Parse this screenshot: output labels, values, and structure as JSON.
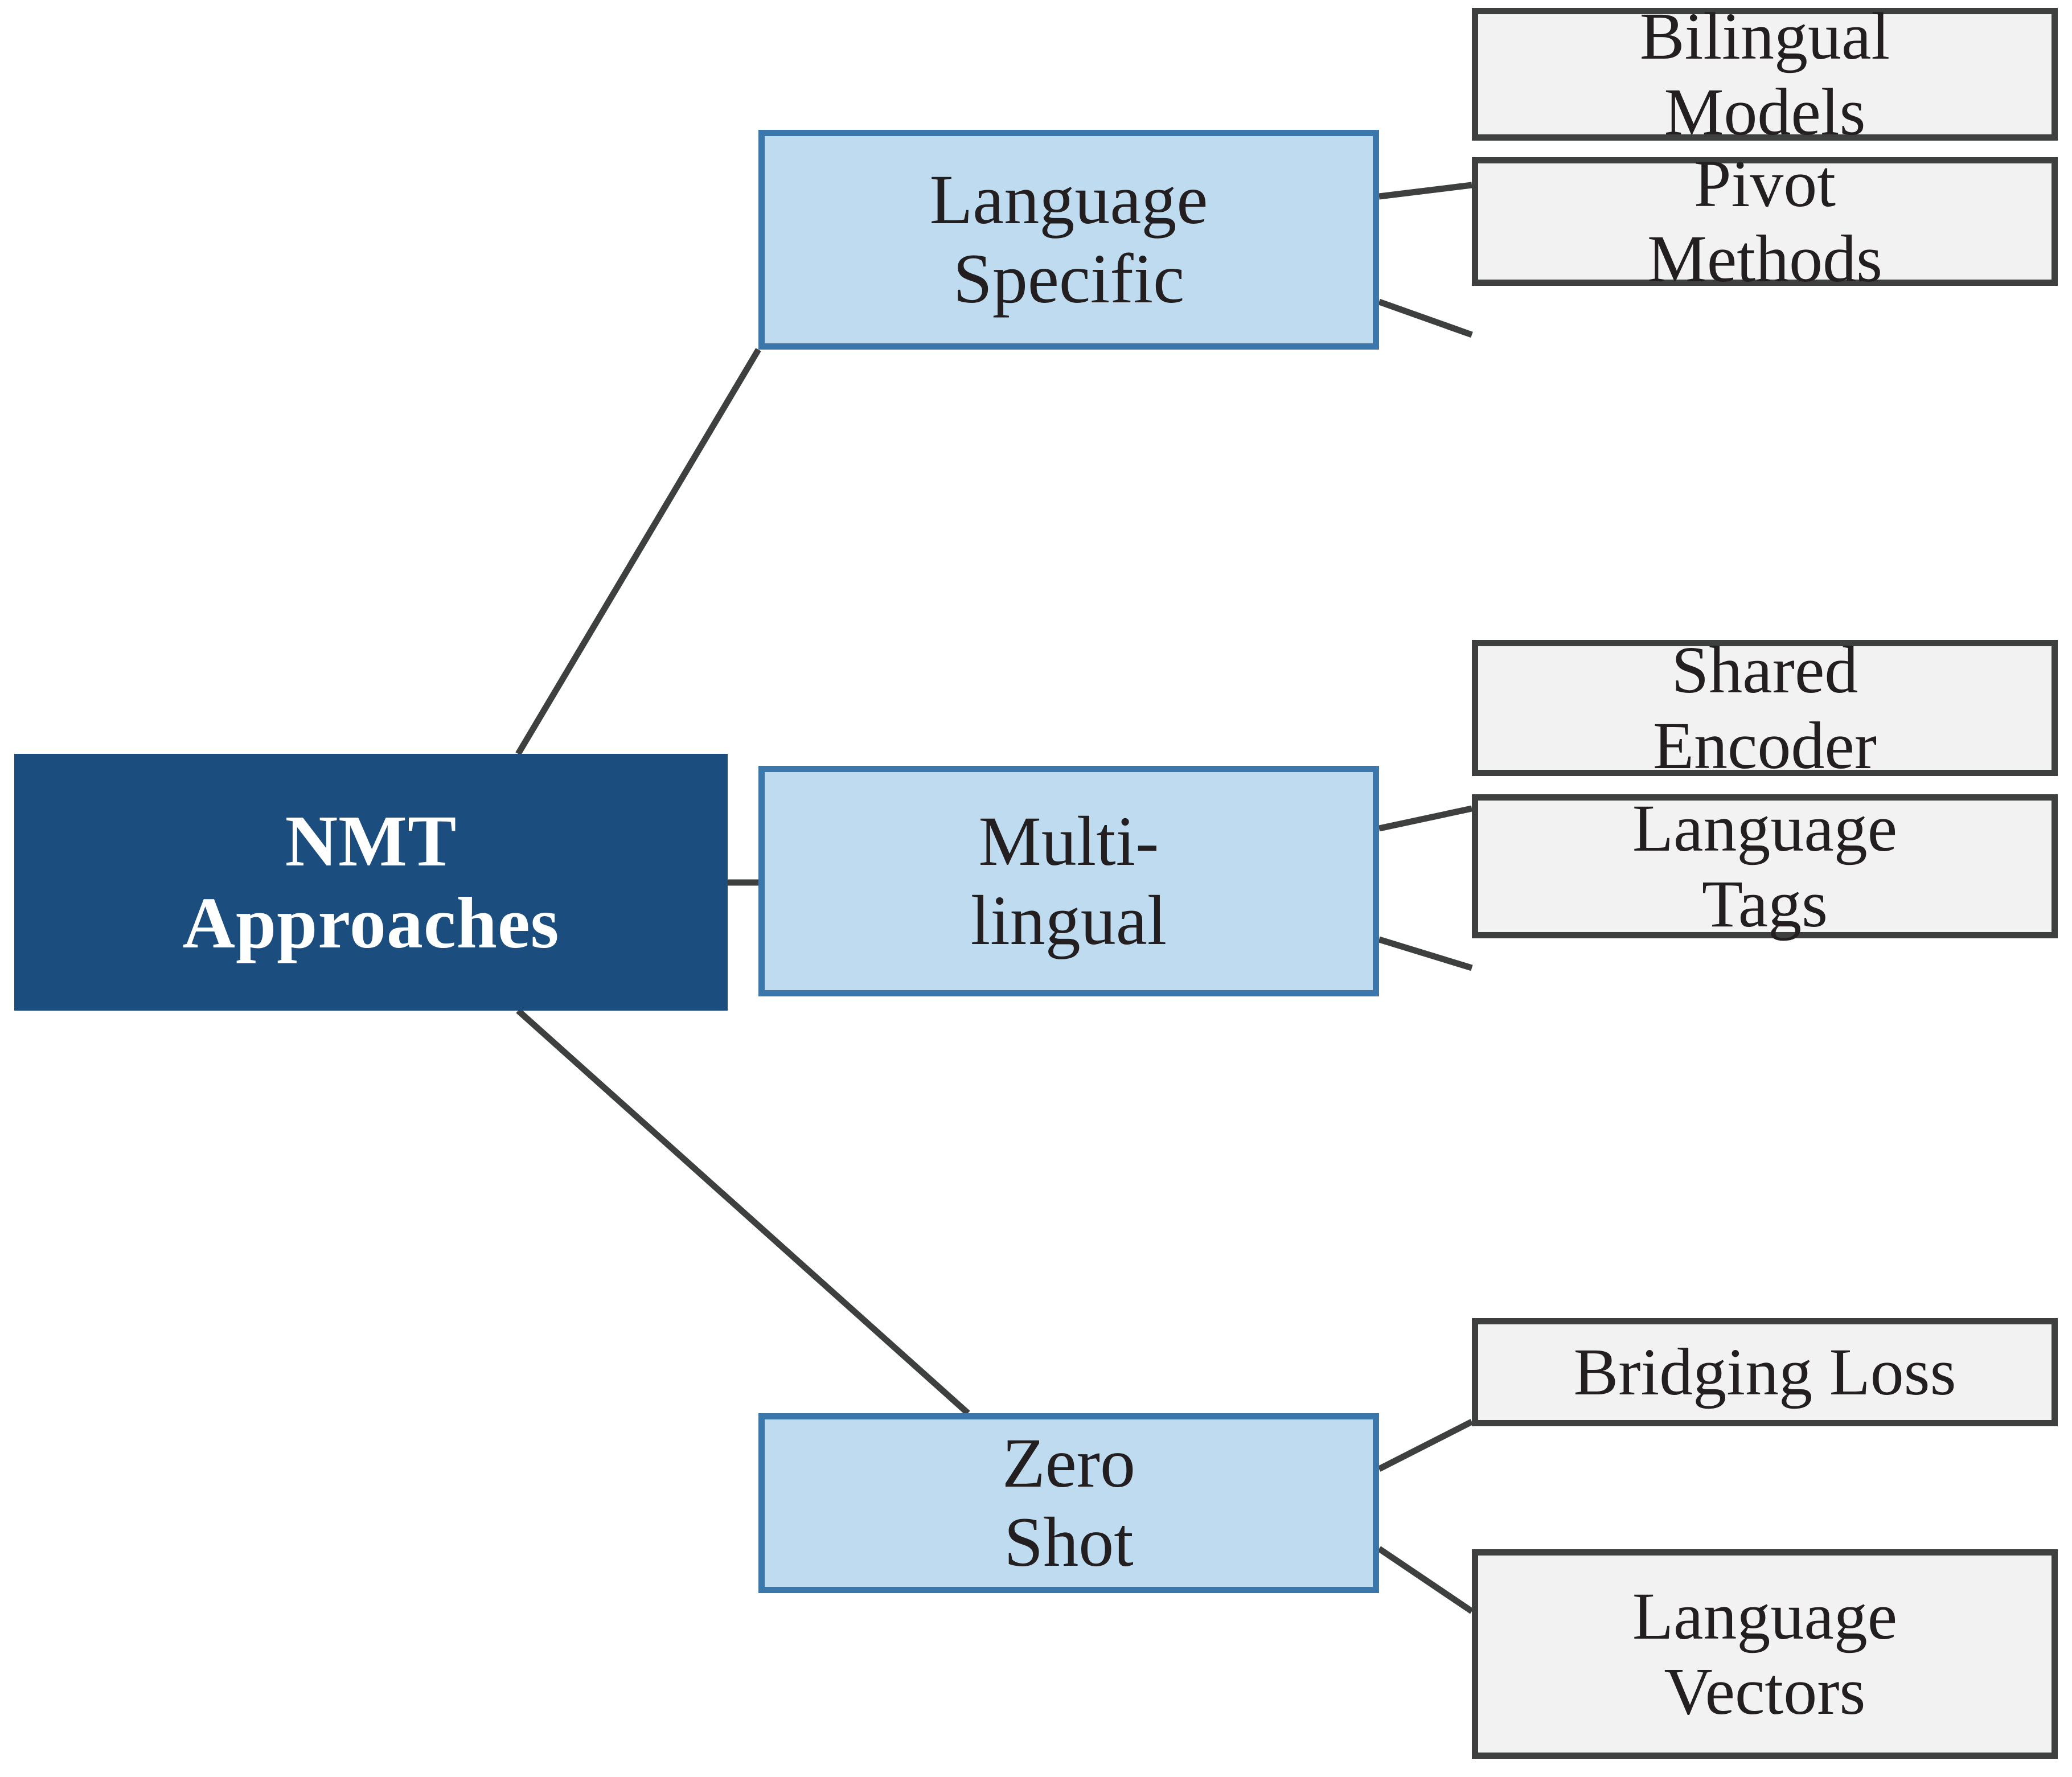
{
  "diagram": {
    "title": "NMT Approaches mind map",
    "type": "mind-map",
    "colors": {
      "root_fill": "#1b4d7e",
      "root_text": "#ffffff",
      "branch_fill": "#bfdbf0",
      "branch_border": "#3c77ac",
      "leaf_fill": "#f2f2f2",
      "leaf_border": "#3e4040",
      "edge": "#3e4040",
      "background": "#ffffff"
    },
    "root": {
      "label": "NMT\nApproaches"
    },
    "branches": [
      {
        "label": "Language\nSpecific",
        "leaves": [
          {
            "label": "Bilingual\nModels"
          },
          {
            "label": "Pivot\nMethods"
          }
        ]
      },
      {
        "label": "Multi-\nlingual",
        "leaves": [
          {
            "label": "Shared\nEncoder"
          },
          {
            "label": "Language\nTags"
          }
        ]
      },
      {
        "label": "Zero\nShot",
        "leaves": [
          {
            "label": "Bridging Loss"
          },
          {
            "label": "Language\nVectors"
          }
        ]
      }
    ]
  }
}
